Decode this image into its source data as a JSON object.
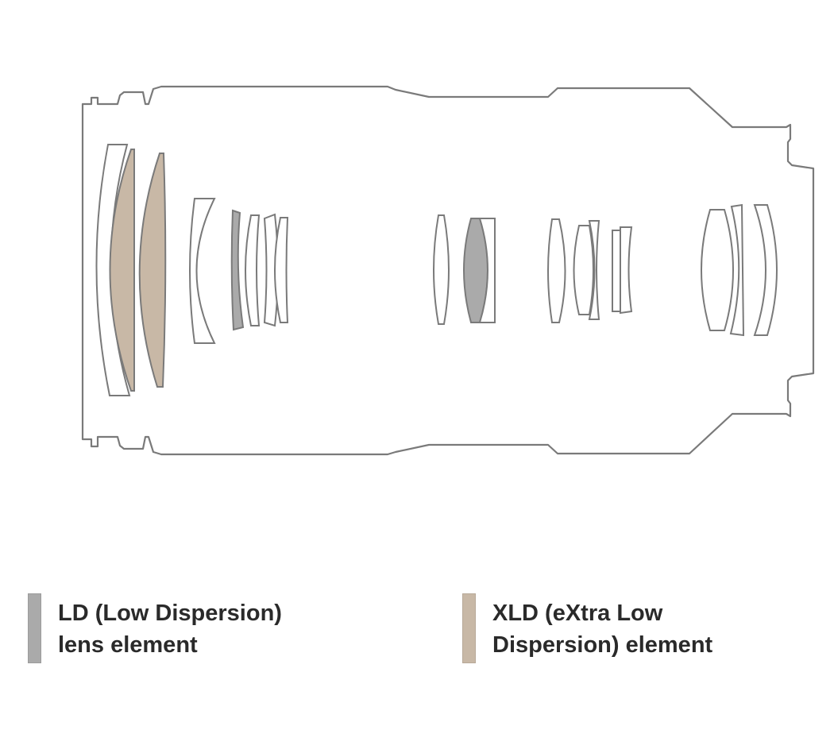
{
  "colors": {
    "outline": "#7a7a7a",
    "background": "#ffffff",
    "ld": "#aaaaaa",
    "xld": "#c8b8a6",
    "text": "#2a2a2a"
  },
  "legend": {
    "ld": {
      "line1": "LD (Low Dispersion)",
      "line2": "lens element"
    },
    "xld": {
      "line1": "XLD (eXtra Low",
      "line2": "Dispersion) element"
    }
  }
}
